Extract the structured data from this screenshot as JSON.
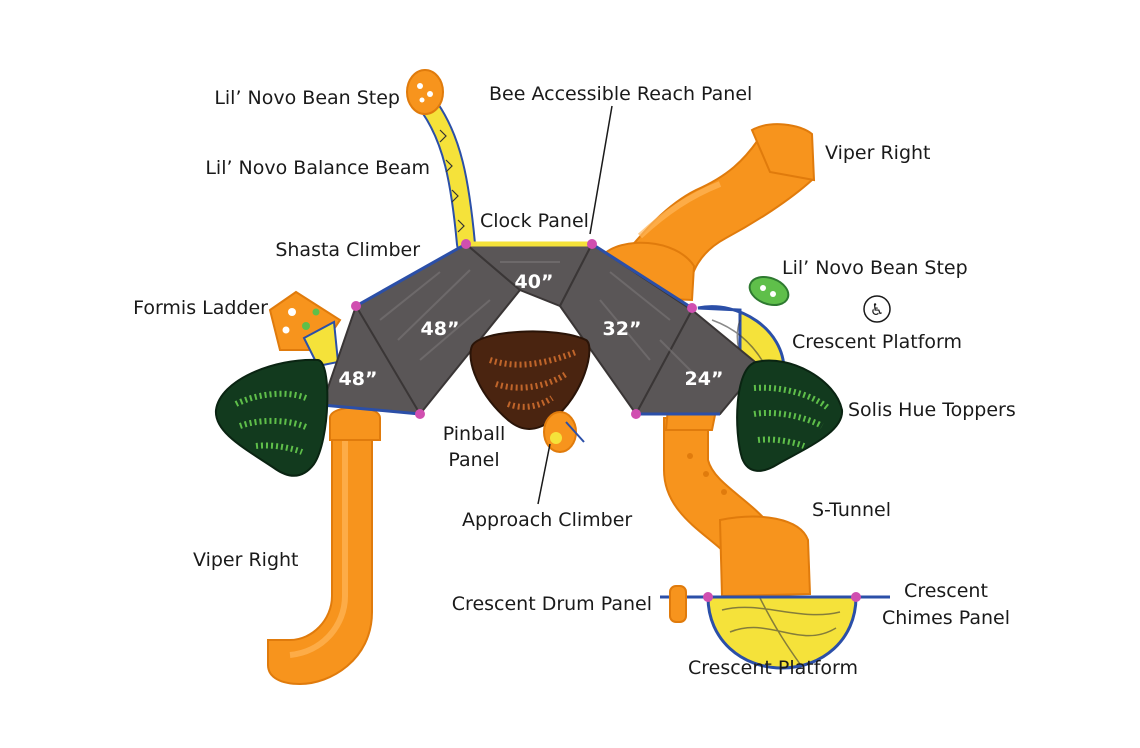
{
  "colors": {
    "orange": "#f7941d",
    "orange_dark": "#e07b0c",
    "yellow": "#f5e23a",
    "deck": "#5a5657",
    "green_dark": "#123a1e",
    "green_light": "#5fbf4a",
    "brown": "#4a2410",
    "post": "#d04fb0",
    "blue": "#2b4fa8"
  },
  "labels": {
    "bean_step_top": "Lil’ Novo Bean Step",
    "balance_beam": "Lil’ Novo Balance Beam",
    "shasta": "Shasta Climber",
    "formis": "Formis Ladder",
    "bee_panel": "Bee Accessible Reach Panel",
    "clock_panel": "Clock Panel",
    "viper_right_top": "Viper Right",
    "bean_step_right": "Lil’ Novo Bean Step",
    "crescent_platform_upper": "Crescent Platform",
    "solis": "Solis Hue Toppers",
    "pinball_1": "Pinball",
    "pinball_2": "Panel",
    "approach": "Approach Climber",
    "s_tunnel": "S-Tunnel",
    "viper_right_bottom": "Viper Right",
    "drum_panel": "Crescent Drum Panel",
    "chimes_1": "Crescent",
    "chimes_2": "Chimes Panel",
    "crescent_platform_lower": "Crescent Platform"
  },
  "decks": {
    "far_left": "48”",
    "left": "48”",
    "top": "40”",
    "right": "32”",
    "far_right": "24”"
  },
  "icons": {
    "accessible": "wheelchair-accessible-icon"
  }
}
